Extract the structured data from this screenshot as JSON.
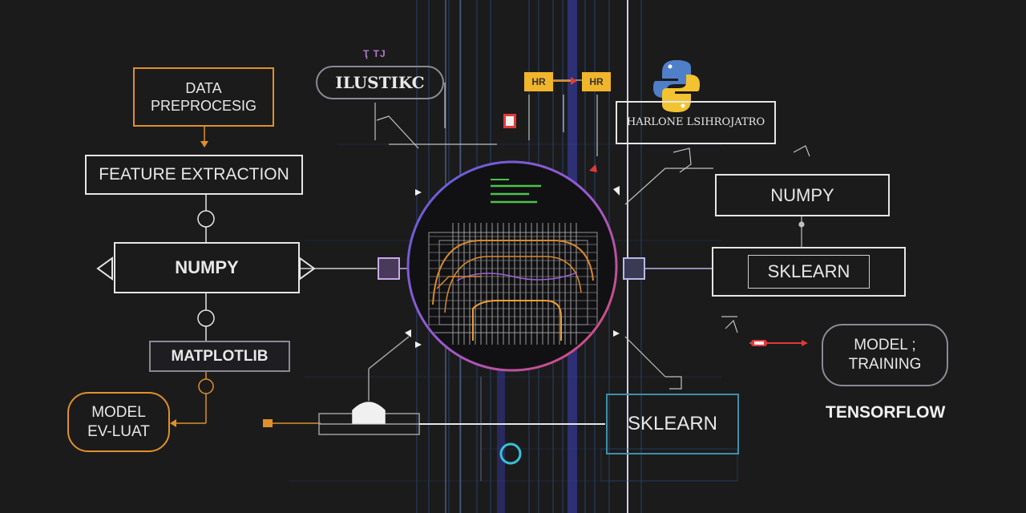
{
  "nodes": {
    "data_preprocessing": {
      "line1": "DATA",
      "line2": "PREPROCESIG"
    },
    "feature_extraction": "FEATURE EXTRACTION",
    "numpy_left": "NUMPY",
    "matplotlib": "MATPLOTLIB",
    "model_eval": {
      "line1": "MODEL",
      "line2": "EV-LUAT"
    },
    "ilustikc": "ILUSTIKC",
    "top_glyph": "Ҭ TJ",
    "tag_left": "HR",
    "tag_right": "HR",
    "harlone": "HARLONE LSIHROJATRO",
    "numpy_right": "NUMPY",
    "sklearn_right": "SKLEARN",
    "model_training": {
      "line1": "MODEL ;",
      "line2": "TRAINING"
    },
    "tensorflow": "TENSORFLOW",
    "sklearn_bottom": "SKLEARN"
  },
  "colors": {
    "background": "#1b1b1c",
    "orange": "#e0902a",
    "grid_blue": "#2d4f86",
    "deep_blue": "#3a3fb0",
    "ring_start": "#5b5ed8",
    "ring_end": "#e04a6a",
    "red_accent": "#e03a3a",
    "green_code": "#4cc34a",
    "tag_yellow": "#f1b52b",
    "teal": "#3f8fa8"
  },
  "icons": [
    "python-logo-icon",
    "chip-icon-left",
    "chip-icon-right",
    "arrow-icon",
    "circle-connector-icon"
  ]
}
